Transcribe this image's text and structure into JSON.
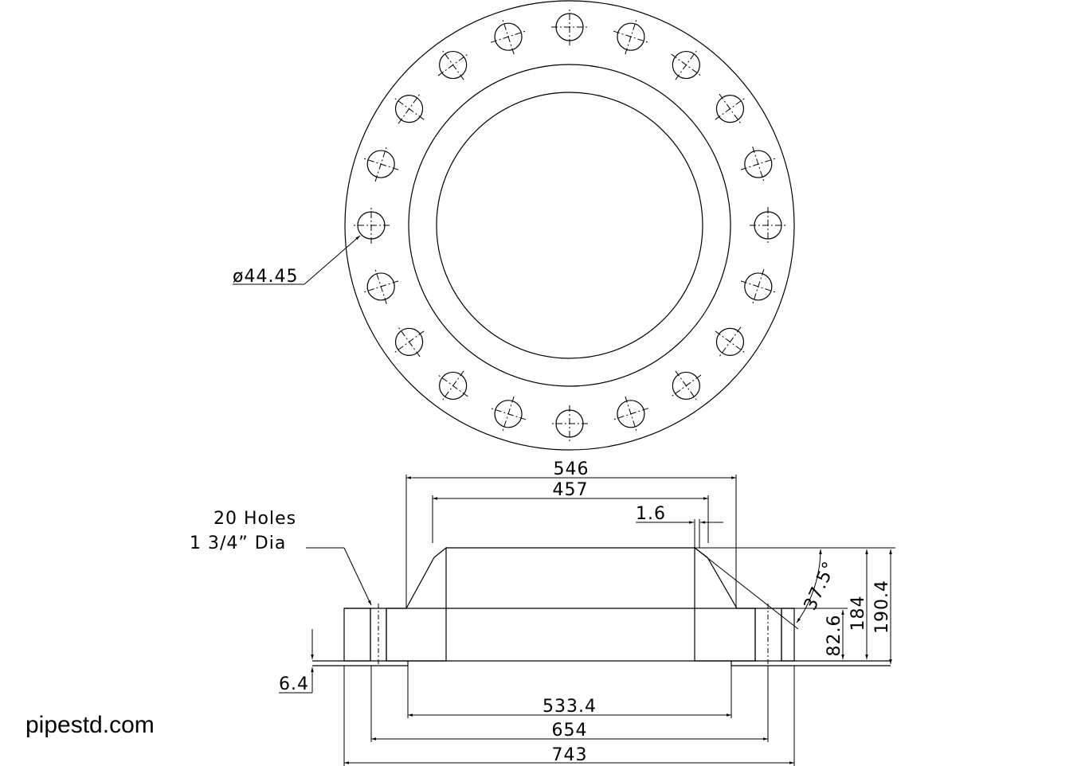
{
  "top_view": {
    "bolt_holes": 20,
    "bolt_hole_dimension": "ø44.45"
  },
  "section_view": {
    "hole_note_line1": "20 Holes",
    "hole_note_line2": "1 3/4” Dia",
    "dim_546": "546",
    "dim_457": "457",
    "dim_1_6": "1.6",
    "dim_angle": "37.5°",
    "dim_184": "184",
    "dim_190_4": "190.4",
    "dim_82_6": "82.6",
    "dim_6_4": "6.4",
    "dim_533_4": "533.4",
    "dim_654": "654",
    "dim_743": "743"
  },
  "brand": "pipestd.com"
}
